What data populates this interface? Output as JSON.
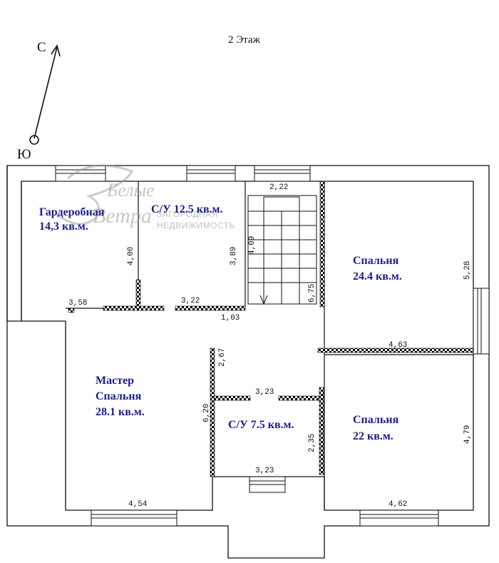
{
  "title": "2 Этаж",
  "compass": {
    "north": "С",
    "south": "Ю"
  },
  "watermark": {
    "line1": "Белые",
    "line2": "Ветра",
    "line3": "ЗАГОРОДНАЯ",
    "line4": "НЕДВИЖИМОСТЬ"
  },
  "rooms": {
    "wardrobe": {
      "name": "Гардеробная",
      "area": "14,3 кв.м."
    },
    "bath_upper": {
      "name": "С/У 12.5 кв.м."
    },
    "bedroom_ne": {
      "name": "Спальня",
      "area": "24.4 кв.м."
    },
    "master": {
      "line1": "Мастер",
      "line2": "Спальня",
      "line3": "28.1 кв.м."
    },
    "bath_lower": {
      "name": "С/У 7.5 кв.м."
    },
    "bedroom_se": {
      "name": "Спальня",
      "area": "22 кв.м."
    }
  },
  "dims": {
    "d400": "4,00",
    "d389": "3,89",
    "d409": "4,09",
    "d222": "2,22",
    "d675": "6,75",
    "d528": "5,28",
    "d358": "3,58",
    "d322": "3,22",
    "d103": "1,03",
    "d463": "4,63",
    "d267": "2,67",
    "d323a": "3,23",
    "d620": "6,20",
    "d235": "2,35",
    "d479": "4,79",
    "d323b": "3,23",
    "d454": "4,54",
    "d462": "4,62"
  },
  "colors": {
    "walls": "#111111",
    "room_labels": "#1c1c8c",
    "watermark": "#9a9a9a"
  }
}
